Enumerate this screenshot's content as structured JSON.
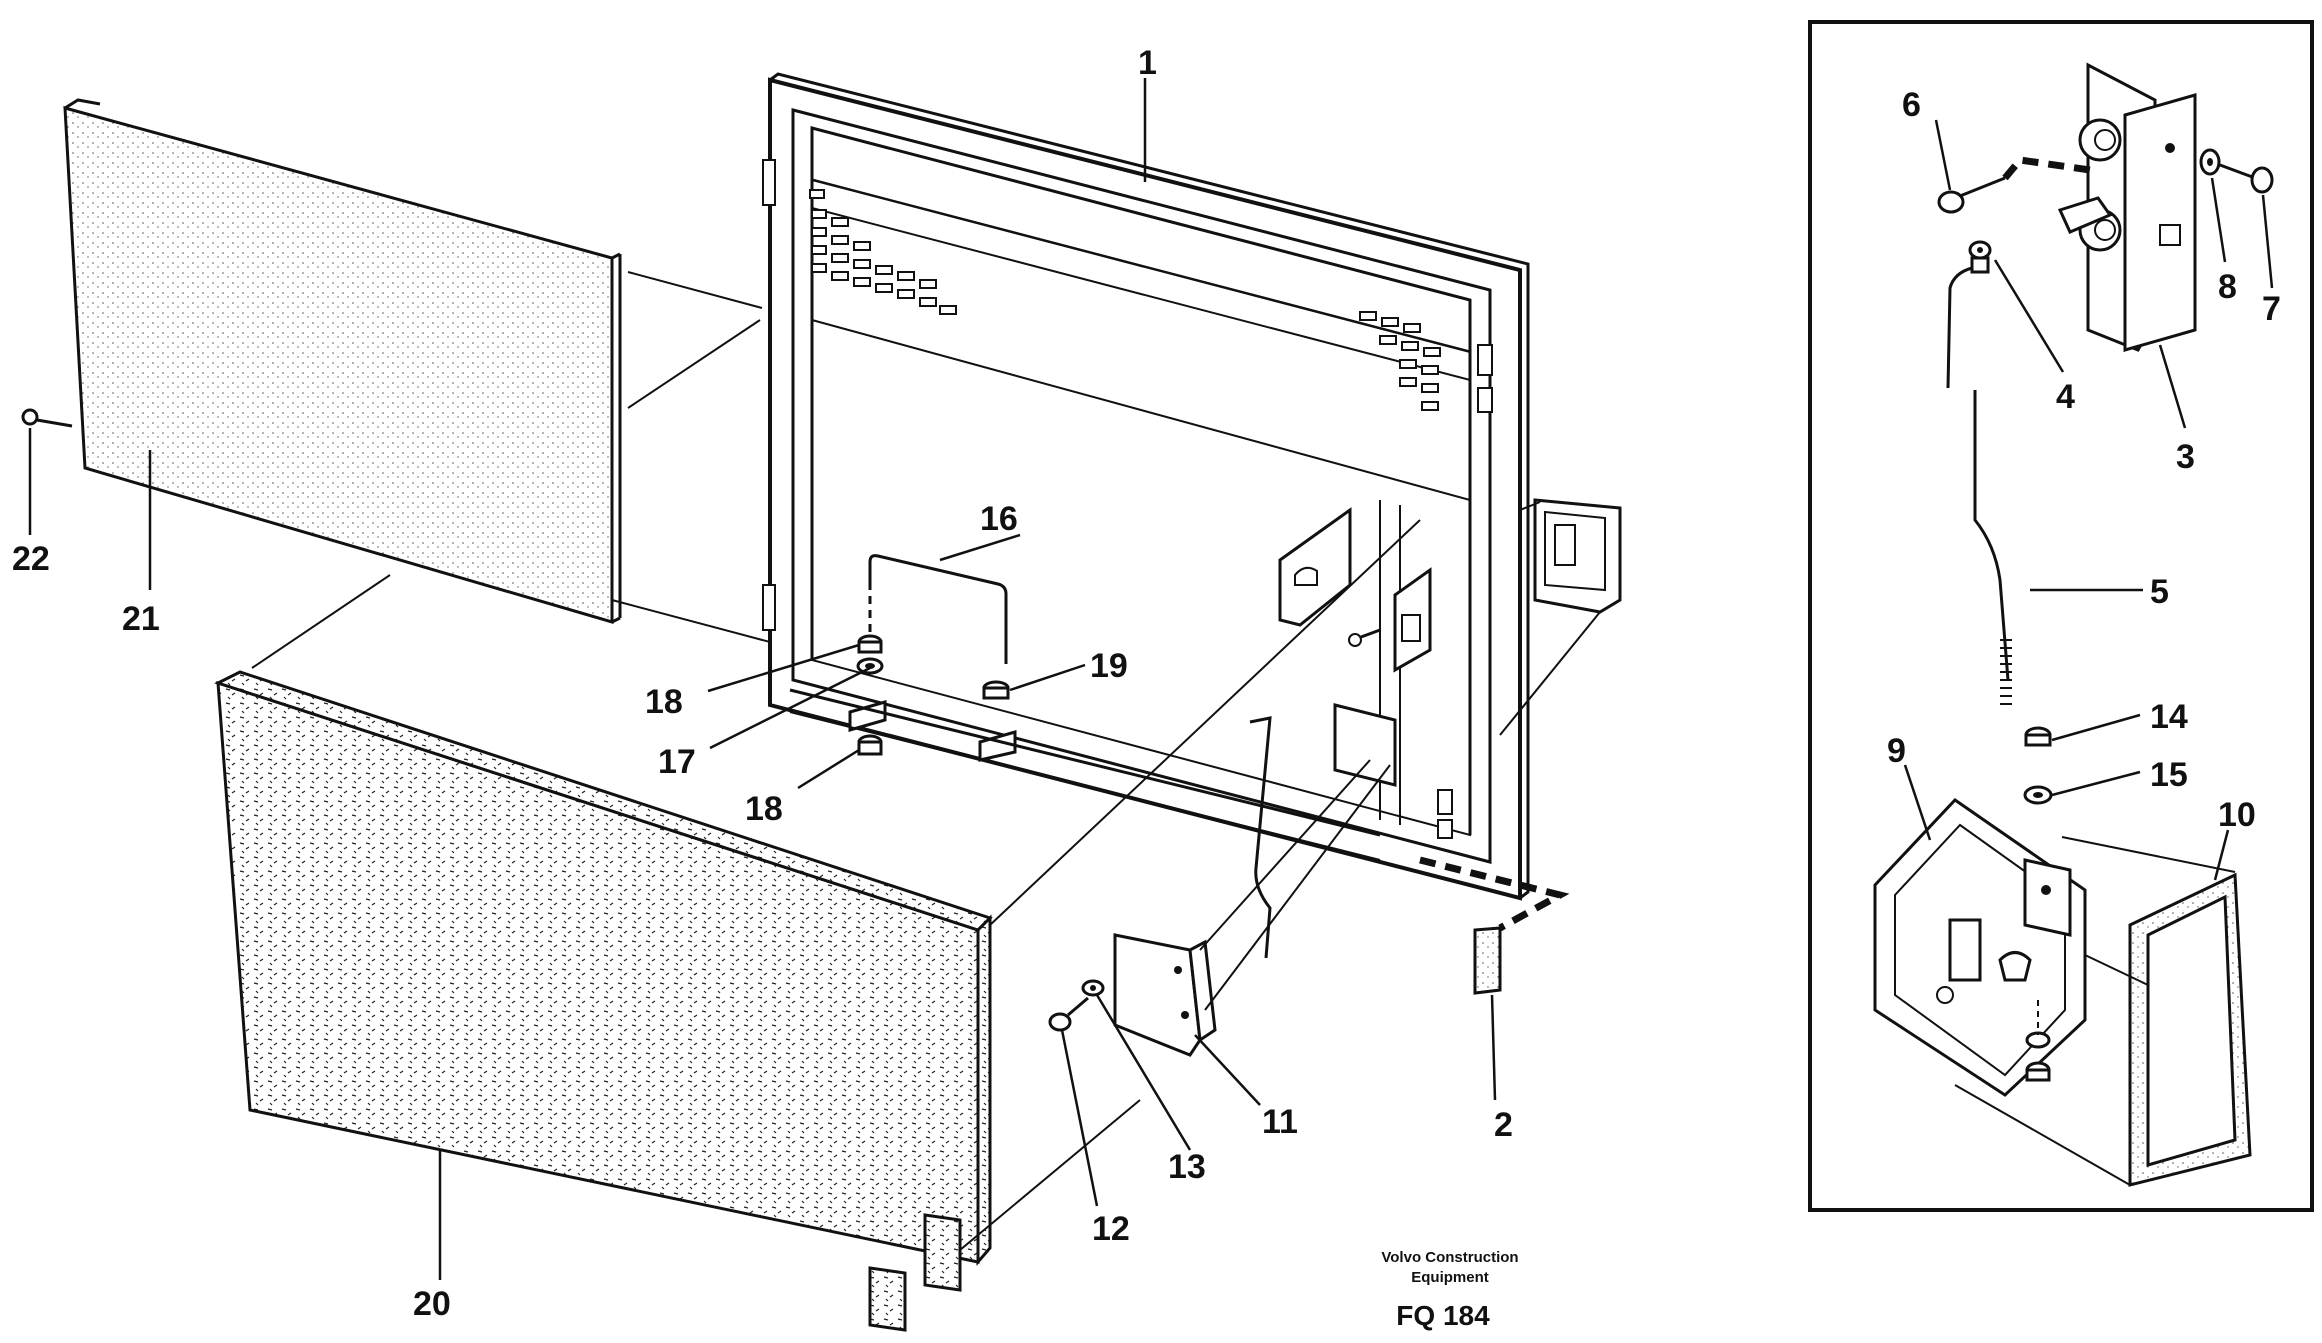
{
  "labels": {
    "p1": "1",
    "p2": "2",
    "p3": "3",
    "p4": "4",
    "p5": "5",
    "p6": "6",
    "p7": "7",
    "p8": "8",
    "p9": "9",
    "p10": "10",
    "p11": "11",
    "p12": "12",
    "p13": "13",
    "p14": "14",
    "p15": "15",
    "p16": "16",
    "p17": "17",
    "p18a": "18",
    "p18b": "18",
    "p19": "19",
    "p20": "20",
    "p21": "21",
    "p22": "22"
  },
  "caption": {
    "manufacturer_line1": "Volvo Construction",
    "manufacturer_line2": "Equipment",
    "figure_code": "FQ 184"
  }
}
